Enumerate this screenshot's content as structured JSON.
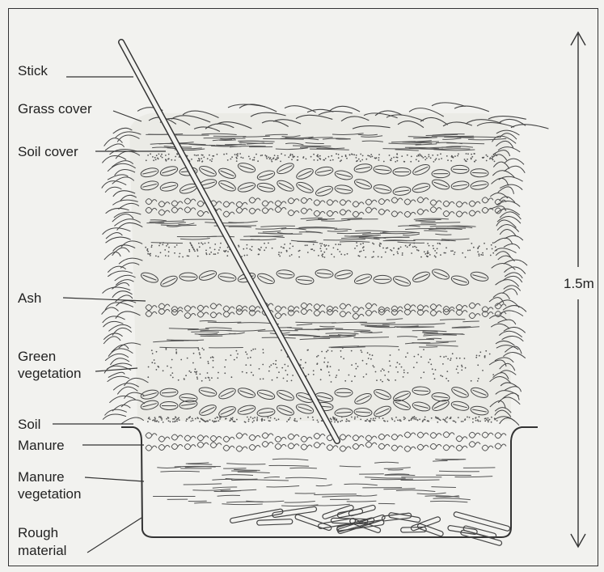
{
  "labels": {
    "stick": "Stick",
    "grass_cover": "Grass cover",
    "soil_cover": "Soil cover",
    "ash": "Ash",
    "green_vegetation_1": "Green",
    "green_vegetation_2": "vegetation",
    "soil": "Soil",
    "manure": "Manure",
    "manure_vegetation_1": "Manure",
    "manure_vegetation_2": "vegetation",
    "rough_material_1": "Rough",
    "rough_material_2": "material",
    "height": "1.5m"
  },
  "layers_top_to_bottom": [
    "Grass cover",
    "Soil cover",
    "Green vegetation",
    "Manure",
    "Green vegetation",
    "Soil",
    "Green vegetation",
    "Ash",
    "Green vegetation",
    "Soil",
    "Green vegetation",
    "Manure",
    "Manure vegetation",
    "Rough material"
  ],
  "colors": {
    "ink": "#333333",
    "paper": "#f2f2ef"
  }
}
